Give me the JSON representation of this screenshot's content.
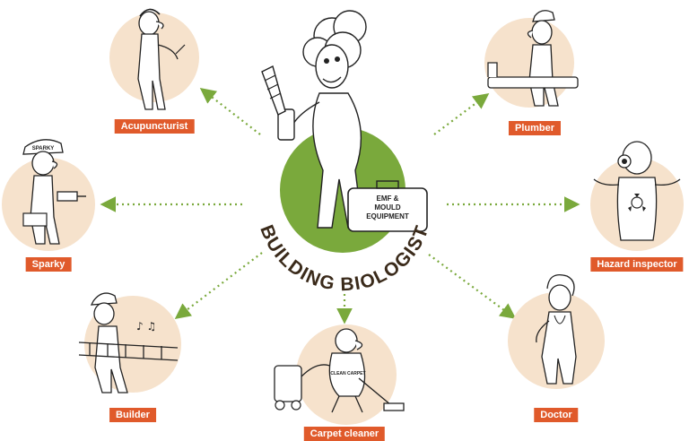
{
  "center": {
    "arc_text": "BUILDING BIOLOGIST",
    "case_text_line1": "EMF &",
    "case_text_line2": "MOULD",
    "case_text_line3": "EQUIPMENT"
  },
  "roles": [
    {
      "id": "acupuncturist",
      "label": "Acupuncturist",
      "icon": "acupuncturist-cartoon-icon"
    },
    {
      "id": "sparky",
      "label": "Sparky",
      "icon": "electrician-cartoon-icon",
      "cap_text": "SPARKY"
    },
    {
      "id": "builder",
      "label": "Builder",
      "icon": "builder-cartoon-icon"
    },
    {
      "id": "carpet-cleaner",
      "label": "Carpet cleaner",
      "icon": "carpet-cleaner-cartoon-icon",
      "shirt_text": "CLEAN CARPET"
    },
    {
      "id": "doctor",
      "label": "Doctor",
      "icon": "doctor-cartoon-icon"
    },
    {
      "id": "hazard-inspector",
      "label": "Hazard inspector",
      "icon": "hazard-inspector-cartoon-icon"
    },
    {
      "id": "plumber",
      "label": "Plumber",
      "icon": "plumber-cartoon-icon"
    }
  ],
  "colors": {
    "disc": "#f6e2cc",
    "center_disc": "#7aa93c",
    "label_bg": "#e05a2b",
    "arrow": "#7aa93c",
    "arc_text": "#3a2a1a"
  }
}
